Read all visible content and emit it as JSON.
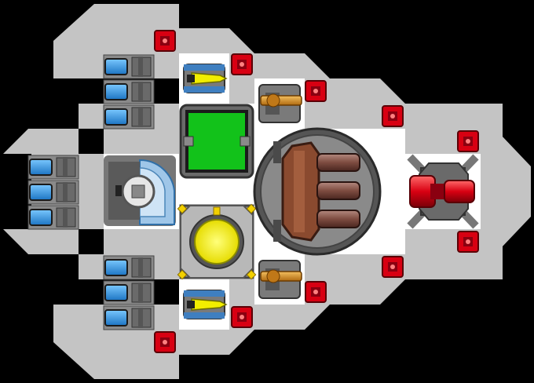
{
  "scene": {
    "colors": {
      "background": "#000000",
      "hull": "#c4c4c4",
      "floor": "#ffffff",
      "hull_dark": "#8a8a8a",
      "metal": "#6f6f6f",
      "metal_dark": "#3a3a3a",
      "accent_red": "#d80012",
      "accent_blue": "#2f8fd8",
      "accent_yellow": "#f2ee00",
      "accent_green": "#12c21a",
      "accent_orange": "#d68a18",
      "accent_brown": "#8a4a2f"
    },
    "modules": [
      {
        "name": "engine",
        "icon": "engine-icon"
      },
      {
        "name": "shield-generator",
        "icon": "shield-generator-icon"
      },
      {
        "name": "reactor-core",
        "icon": "reactor-core-icon"
      },
      {
        "name": "cargo-bay",
        "icon": "cargo-bay-icon"
      },
      {
        "name": "missile-launcher",
        "icon": "missile-launcher-icon"
      },
      {
        "name": "cannon-turret",
        "icon": "cannon-turret-icon"
      },
      {
        "name": "triple-cannon-turret",
        "icon": "triple-cannon-turret-icon"
      },
      {
        "name": "laser-turret",
        "icon": "laser-turret-icon"
      },
      {
        "name": "warning-light",
        "icon": "warning-light-icon"
      }
    ]
  }
}
